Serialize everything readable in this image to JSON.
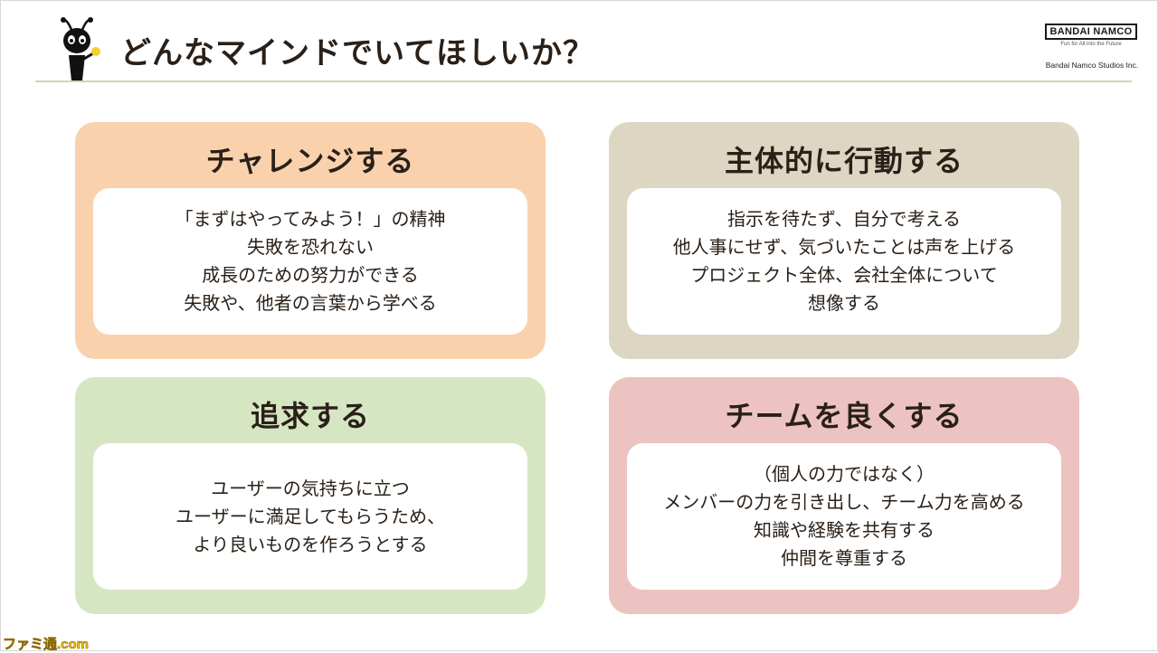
{
  "header": {
    "title": "どんなマインドでいてほしいか？",
    "logo_brand": "BANDAI NAMCO",
    "logo_tagline": "Fun for All into the Future",
    "logo_studio": "Bandai Namco Studios Inc."
  },
  "cards": [
    {
      "title": "チャレンジする",
      "lines": [
        "「まずはやってみよう！」の精神",
        "失敗を恐れない",
        "成長のための努力ができる",
        "失敗や、他者の言葉から学べる"
      ]
    },
    {
      "title": "主体的に行動する",
      "lines": [
        "指示を待たず、自分で考える",
        "他人事にせず、気づいたことは声を上げる",
        "プロジェクト全体、会社全体について",
        "想像する"
      ]
    },
    {
      "title": "追求する",
      "lines": [
        "ユーザーの気持ちに立つ",
        "ユーザーに満足してもらうため、",
        "より良いものを作ろうとする"
      ]
    },
    {
      "title": "チームを良くする",
      "lines": [
        "（個人の力ではなく）",
        "メンバーの力を引き出し、チーム力を高める",
        "知識や経験を共有する",
        "仲間を尊重する"
      ]
    }
  ],
  "watermark": "ファミ通.com",
  "colors": {
    "card_challenge": "#f9d1ad",
    "card_proactive": "#dcd6c2",
    "card_pursue": "#d6e6c3",
    "card_team": "#ecc3c0",
    "title_rule": "#c9d9b4"
  },
  "icons": {
    "mascot": "ant-mascot-icon"
  }
}
